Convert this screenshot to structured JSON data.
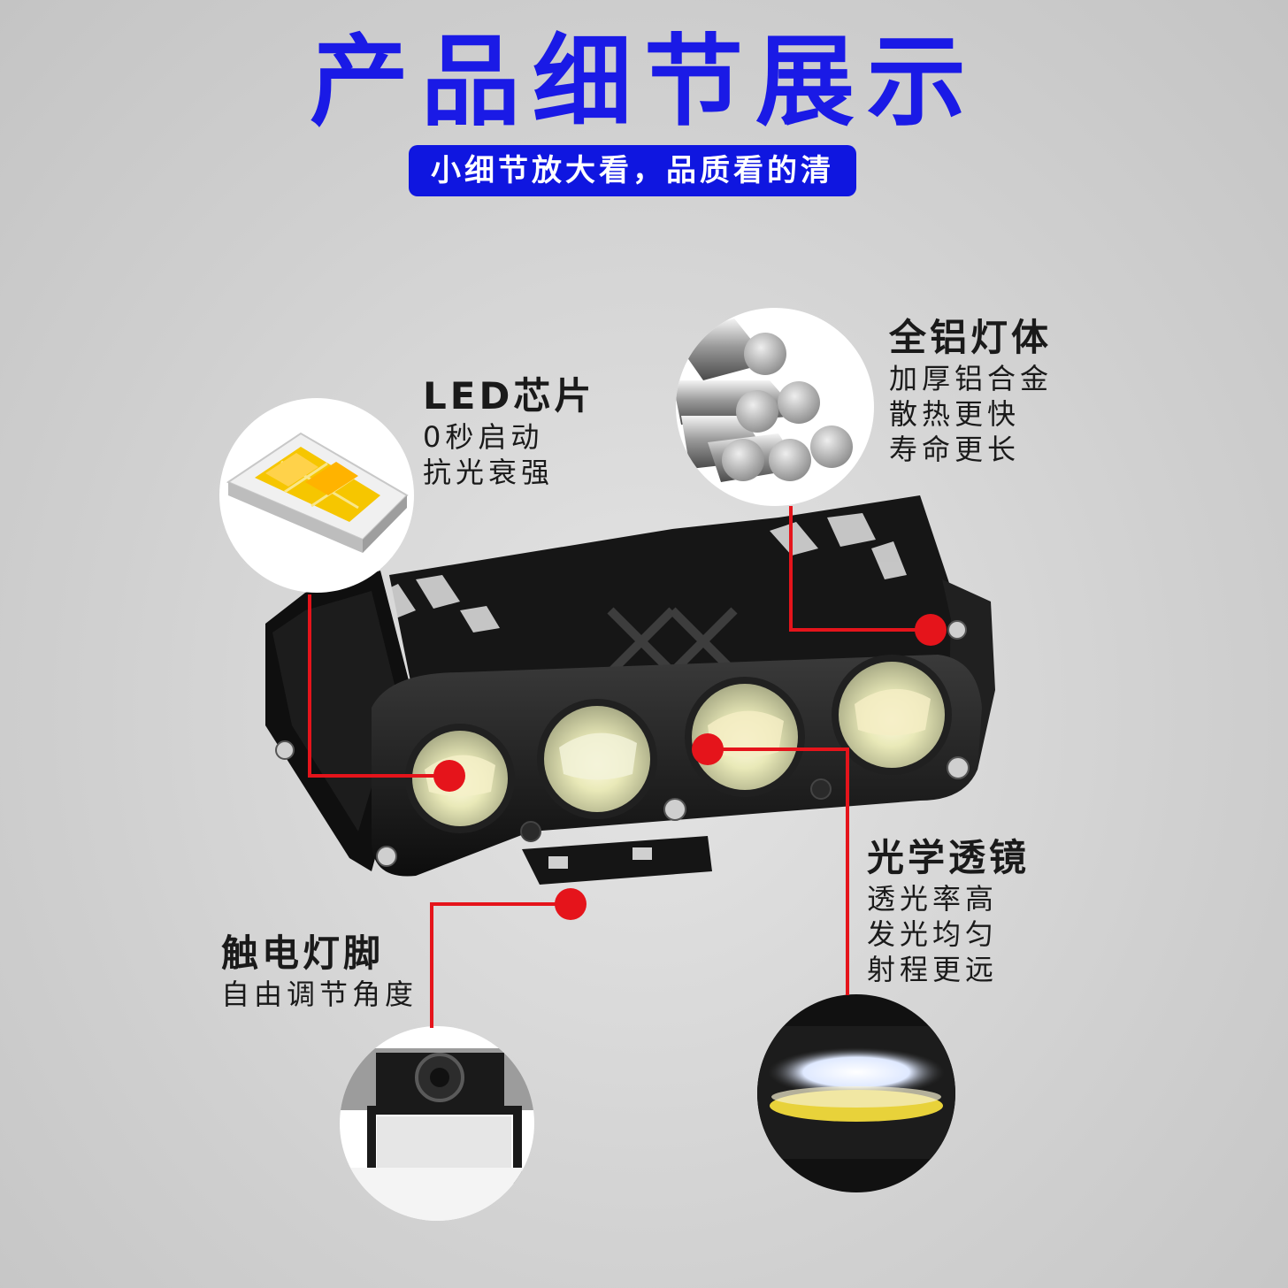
{
  "header": {
    "title": "产品细节展示",
    "subtitle": "小细节放大看，品质看的清"
  },
  "features": {
    "led_chip": {
      "heading": "LED芯片",
      "lines": [
        "0秒启动",
        "抗光衰强"
      ]
    },
    "aluminum_body": {
      "heading": "全铝灯体",
      "lines": [
        "加厚铝合金",
        "散热更快",
        "寿命更长"
      ]
    },
    "optical_lens": {
      "heading": "光学透镜",
      "lines": [
        "透光率高",
        "发光均匀",
        "射程更远"
      ]
    },
    "mount_feet": {
      "heading": "触电灯脚",
      "lines": [
        "自由调节角度"
      ]
    }
  },
  "colors": {
    "title_blue": "#1a1ae6",
    "badge_blue": "#0f16e0",
    "callout_red": "#e5141b",
    "background": "#d2d2d2"
  }
}
